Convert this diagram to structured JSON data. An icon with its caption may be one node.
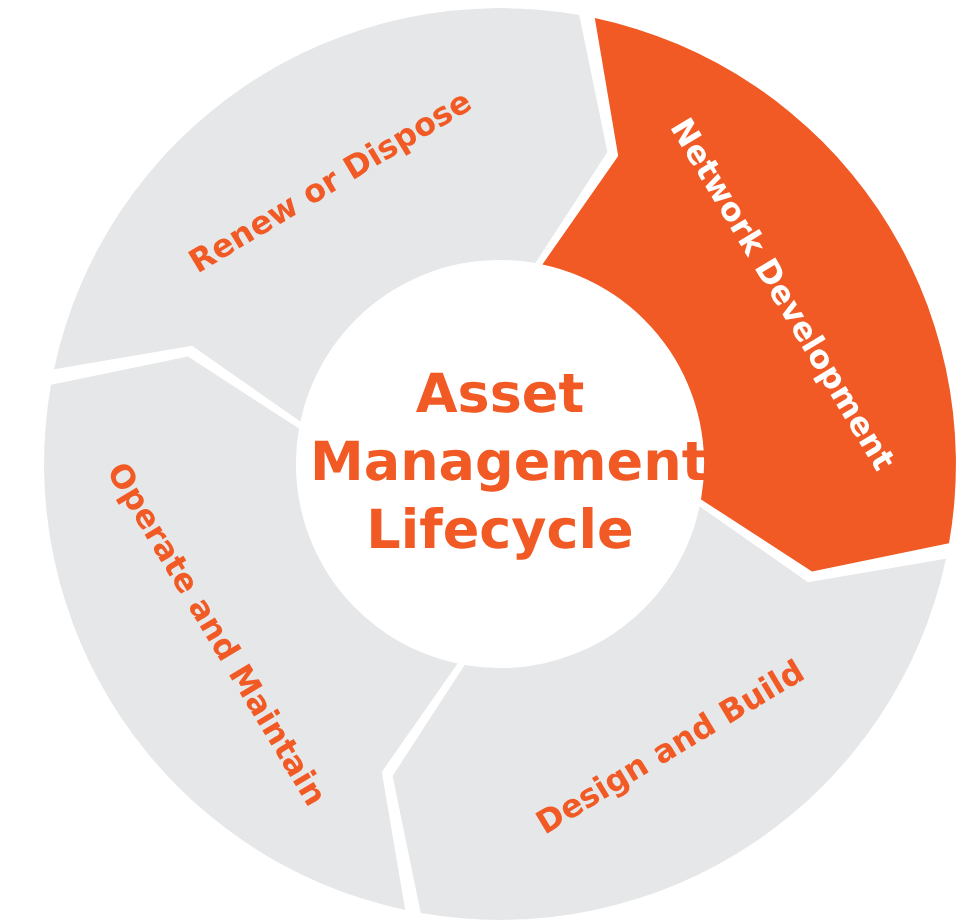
{
  "diagram": {
    "nodes": [
      {
        "text": [
          "Asset Management Lifecycle"
        ]
      },
      {
        "text": [
          "Network Development"
        ]
      },
      {
        "text": [
          "Design and Build"
        ]
      },
      {
        "text": [
          "Operate and Maintain"
        ]
      },
      {
        "text": [
          "Renew or Dispose"
        ]
      }
    ]
  }
}
